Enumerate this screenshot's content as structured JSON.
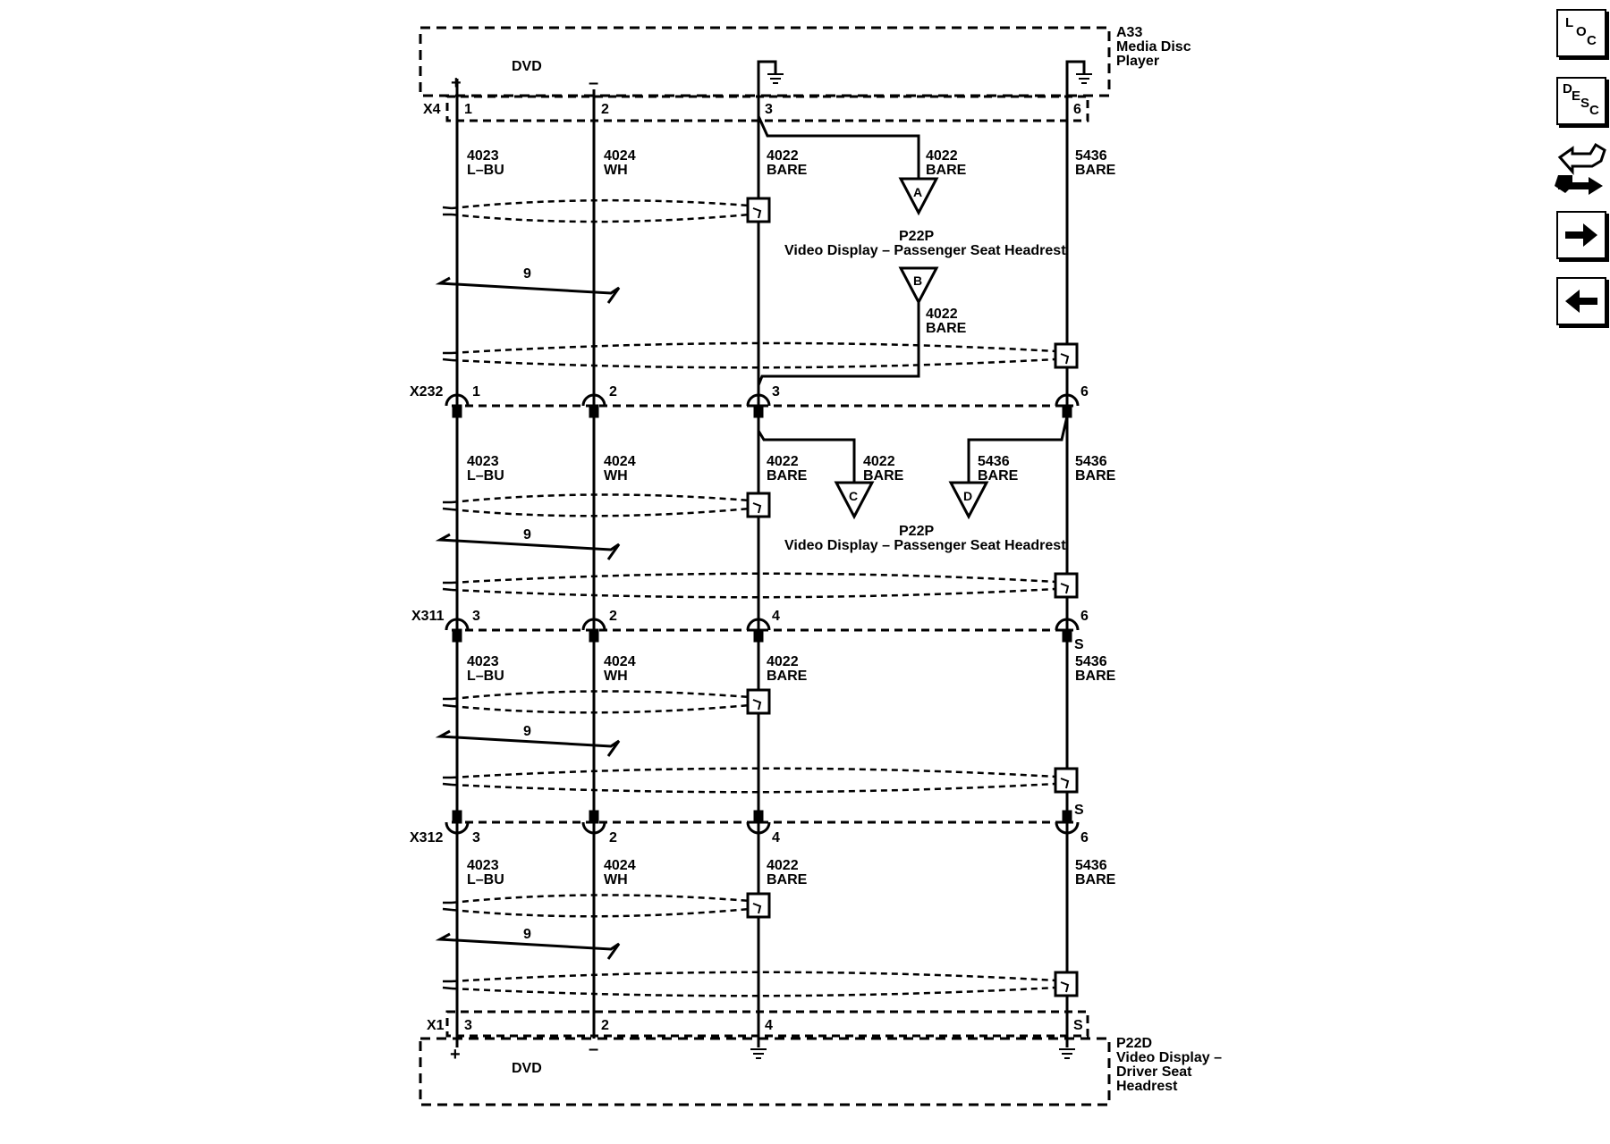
{
  "top_component": {
    "ref": "A33",
    "name_lines": [
      "Media Disc",
      "Player"
    ],
    "label": "DVD",
    "connector": "X4",
    "pins": [
      "1",
      "2",
      "3",
      "6"
    ],
    "pos_sign": "+",
    "neg_sign": "–"
  },
  "bottom_component": {
    "ref": "P22D",
    "name_lines": [
      "Video Display –",
      "Driver Seat",
      "Headrest"
    ],
    "label": "DVD",
    "connector": "X1",
    "pins": [
      "3",
      "2",
      "4",
      "S"
    ],
    "pos_sign": "+",
    "neg_sign": "–"
  },
  "inline_connectors": [
    {
      "name": "X232",
      "pins": [
        "1",
        "2",
        "3",
        "6"
      ]
    },
    {
      "name": "X311",
      "pins": [
        "3",
        "2",
        "4",
        "6"
      ],
      "splice_below": "S"
    },
    {
      "name": "X312",
      "pins": [
        "3",
        "2",
        "4",
        "6"
      ],
      "splice_above": "S"
    }
  ],
  "segments": [
    {
      "wires": [
        [
          "4023",
          "L–BU"
        ],
        [
          "4024",
          "WH"
        ],
        [
          "4022",
          "BARE"
        ],
        [
          "5436",
          "BARE"
        ]
      ],
      "twist": "9"
    },
    {
      "wires": [
        [
          "4023",
          "L–BU"
        ],
        [
          "4024",
          "WH"
        ],
        [
          "4022",
          "BARE"
        ],
        [
          "5436",
          "BARE"
        ]
      ],
      "twist": "9"
    },
    {
      "wires": [
        [
          "4023",
          "L–BU"
        ],
        [
          "4024",
          "WH"
        ],
        [
          "4022",
          "BARE"
        ],
        [
          "5436",
          "BARE"
        ]
      ],
      "twist": "9"
    },
    {
      "wires": [
        [
          "4023",
          "L–BU"
        ],
        [
          "4024",
          "WH"
        ],
        [
          "4022",
          "BARE"
        ],
        [
          "5436",
          "BARE"
        ]
      ],
      "twist": "9"
    }
  ],
  "passenger_display_1": {
    "ref": "P22P",
    "name": "Video Display – Passenger Seat Headrest",
    "pin_a": "A",
    "pin_b": "B",
    "wire_a": [
      "4022",
      "BARE"
    ],
    "wire_b": [
      "4022",
      "BARE"
    ]
  },
  "passenger_display_2": {
    "ref": "P22P",
    "name": "Video Display – Passenger Seat Headrest",
    "pin_c": "C",
    "pin_d": "D",
    "wire_c": [
      "4022",
      "BARE"
    ],
    "wire_d": [
      "5436",
      "BARE"
    ]
  },
  "nav": {
    "loc": [
      "L",
      "O",
      "C"
    ],
    "desc": [
      "D",
      "E",
      "S",
      "C"
    ],
    "icons": [
      "location-icon",
      "description-icon",
      "connector-end-view-icon",
      "next-arrow-icon",
      "previous-arrow-icon"
    ]
  }
}
